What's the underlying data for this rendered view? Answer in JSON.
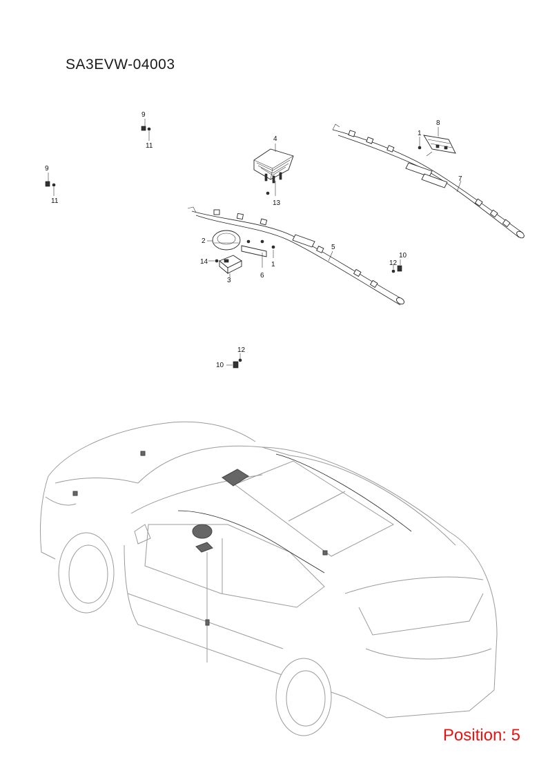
{
  "document": {
    "code": "SA3EVW-04003",
    "position_label": "Position: 5"
  },
  "callouts": {
    "c1a": "1",
    "c1b": "1",
    "c2": "2",
    "c3": "3",
    "c4": "4",
    "c5": "5",
    "c6": "6",
    "c7": "7",
    "c8": "8",
    "c9a": "9",
    "c9b": "9",
    "c10a": "10",
    "c10b": "10",
    "c11a": "11",
    "c11b": "11",
    "c12a": "12",
    "c12b": "12",
    "c13": "13",
    "c14": "14"
  },
  "colors": {
    "position_label": "#e5140f",
    "linework": "#222222",
    "vehicle_outline": "#9a9a9a"
  }
}
